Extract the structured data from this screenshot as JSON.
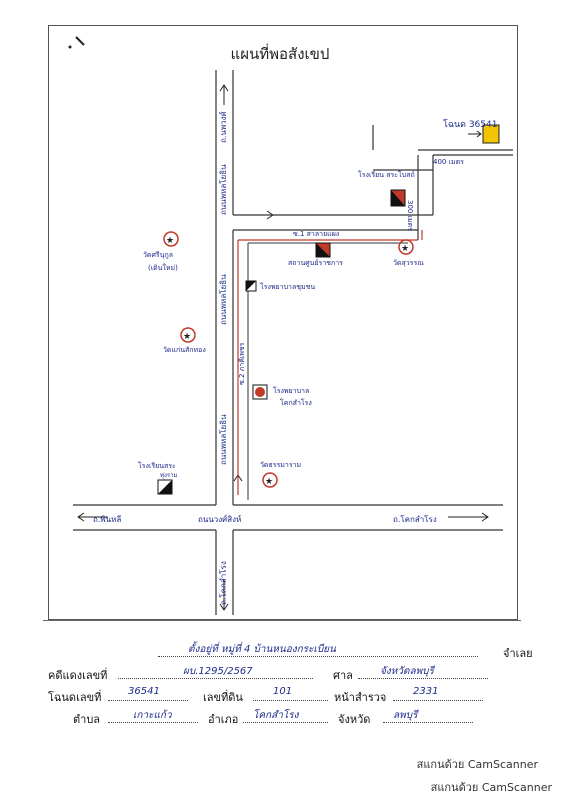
{
  "map": {
    "title": "แผนที่พอสังเขป",
    "roads": {
      "north_road": "ถ.นพวงศ์",
      "main_road_north": "ถนนพหลโยธิน",
      "main_road_mid": "ถนนพหลโยธิน",
      "main_road_south": "ถนนพหลโยธิน",
      "cross_road": "ถนนวงศ์สิงห์",
      "west_road": "ถ.พินหลี",
      "east_road": "ถ.โคกสำโรง",
      "south_road": "ถ.โคกสำโรง",
      "side_lane": "ซ.1 สาลายแผง",
      "lane_vertical": "ซ.2 ภาคีเพชร",
      "dist_1": "400 เมตร",
      "dist_2": "300 เมตร"
    },
    "landmarks": {
      "target": "โฉนด 36541",
      "school_1": "โรงเรียน สระโบสถ์",
      "school_2": "สถานศูนย์ราชการ",
      "temple_1": "วัดศรีนุกูล",
      "temple_1_sub": "(เดินใหม่)",
      "temple_2": "วัดแก่นสักทอง",
      "temple_3": "วัดสุวรรณ",
      "temple_4": "วัดธรรมาราม",
      "hospital": "โรงพยาบาล",
      "hospital_sub": "โคกสำโรง",
      "gas_station": "โรงพยาบาลชุมชน",
      "school_3": "โรงเรียนสระ",
      "school_3_sub": "ทุ่งราม"
    }
  },
  "form": {
    "location_value": "ตั้งอยู่ที่ หมู่ที่ 4 บ้านหนองกระเบียน",
    "payment_label": "จำเลย",
    "case_label": "คดีแดงเลขที่",
    "case_value": "ผบ.1295/2567",
    "court_label": "ศาล",
    "court_value": "จังหวัดลพบุรี",
    "deed_label": "โฉนดเลขที่",
    "deed_value": "36541",
    "land_no_label": "เลขที่ดิน",
    "land_no_value": "101",
    "survey_label": "หน้าสำรวจ",
    "survey_value": "2331",
    "subdistrict_label": "ตำบล",
    "subdistrict_value": "เกาะแก้ว",
    "district_label": "อำเภอ",
    "district_value": "โคกสำโรง",
    "province_label": "จังหวัด",
    "province_value": "ลพบุรี"
  },
  "footer": {
    "scan_1": "สแกนด้วย CamScanner",
    "scan_2": "สแกนด้วย CamScanner"
  }
}
